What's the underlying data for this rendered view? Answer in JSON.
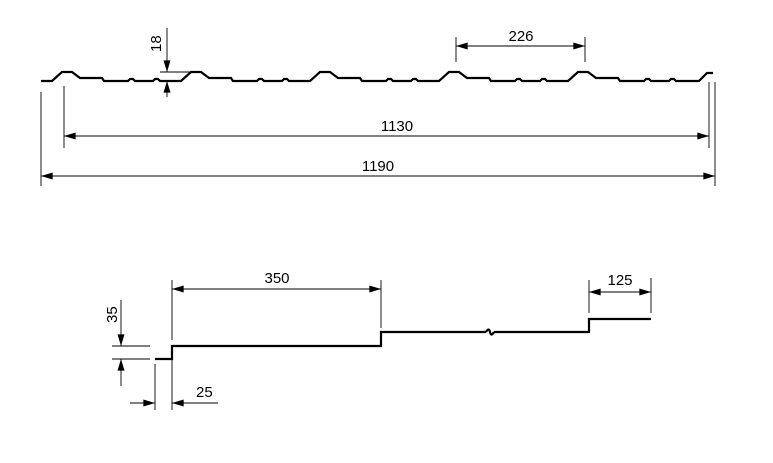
{
  "top_view": {
    "dimensions": {
      "rib_height": "18",
      "rib_pitch": "226",
      "effective_width": "1130",
      "total_width": "1190"
    }
  },
  "side_view": {
    "dimensions": {
      "step_height": "35",
      "start_offset": "25",
      "module_length": "350",
      "end_overlap": "125"
    }
  },
  "colors": {
    "line": "#000000",
    "background": "#ffffff"
  }
}
